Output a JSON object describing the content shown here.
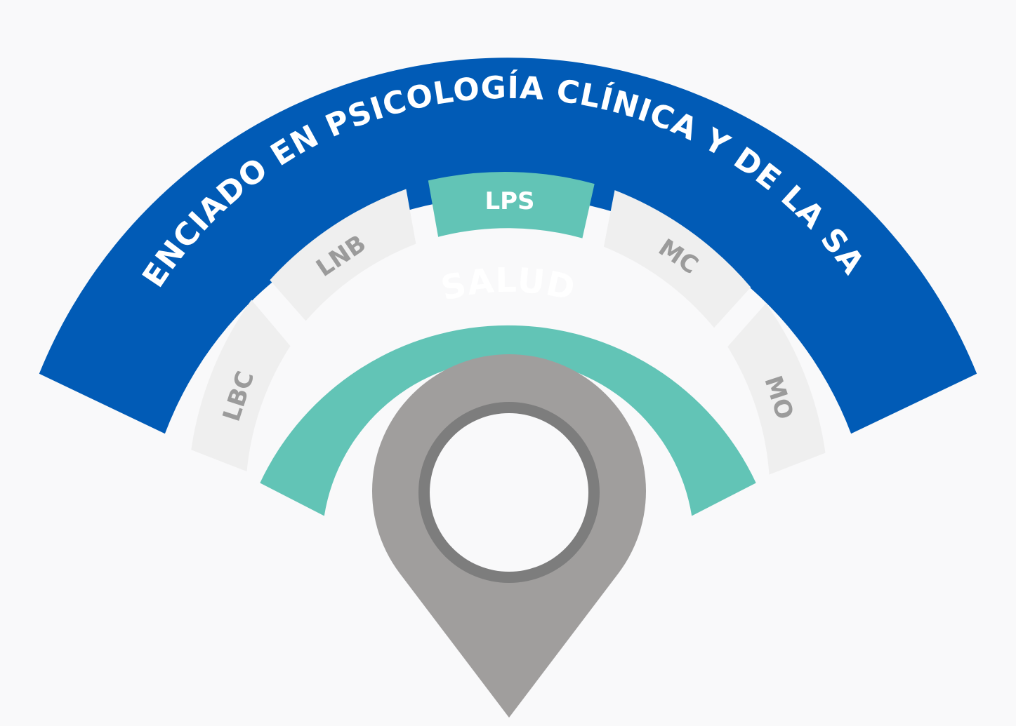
{
  "outer_title": "LICENCIADO EN PSICOLOGÍA CLÍNICA Y DE LA SALUD",
  "center_label": "SALUD",
  "segments": [
    {
      "id": "lbc",
      "label": "LBC",
      "active": false
    },
    {
      "id": "lnb",
      "label": "LNB",
      "active": false
    },
    {
      "id": "lps",
      "label": "LPS",
      "active": true
    },
    {
      "id": "mc",
      "label": "MC",
      "active": false
    },
    {
      "id": "mo",
      "label": "MO",
      "active": false
    }
  ],
  "colors": {
    "background": "#f9f9fa",
    "outer_band": "#015bb6",
    "teal": "#62c4b6",
    "inactive_segment": "#efefef",
    "inactive_text": "#9b9b9b",
    "pin": "#a09e9d",
    "pin_ring": "#7d7d7d",
    "pin_hole": "#f9f9fa",
    "white_text": "#ffffff"
  }
}
